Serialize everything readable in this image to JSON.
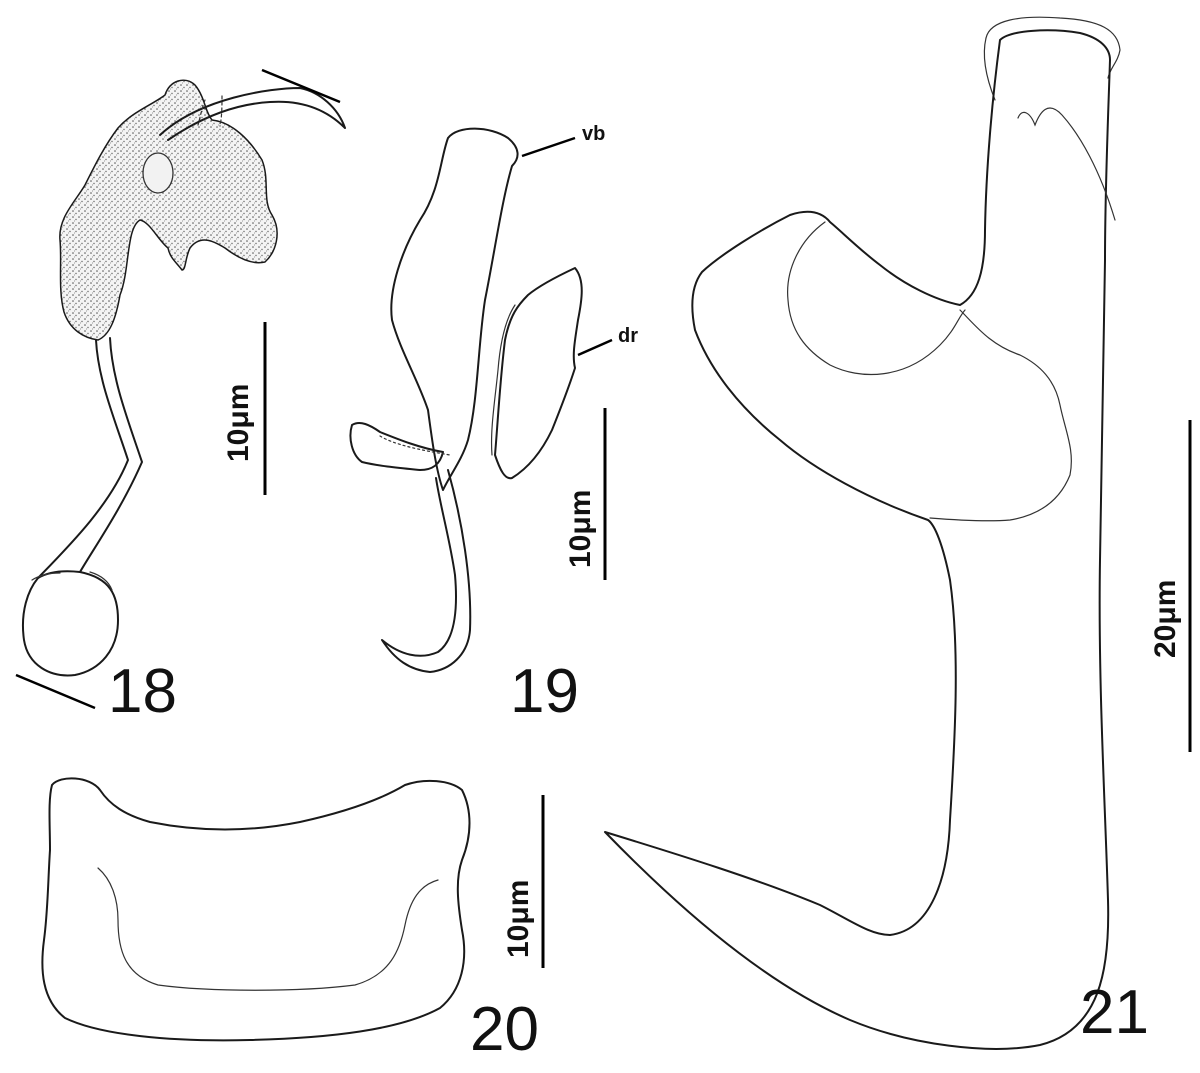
{
  "figures": {
    "fig18": {
      "number": "18",
      "scale_label": "10μm"
    },
    "fig19": {
      "number": "19",
      "scale_label": "10μm",
      "labels": {
        "vb": "vb",
        "dr": "dr"
      }
    },
    "fig20": {
      "number": "20",
      "scale_label": "10μm"
    },
    "fig21": {
      "number": "21",
      "scale_label": "20μm"
    }
  },
  "colors": {
    "ink": "#1a1a1a",
    "stipple": "#555555",
    "background": "#ffffff"
  }
}
